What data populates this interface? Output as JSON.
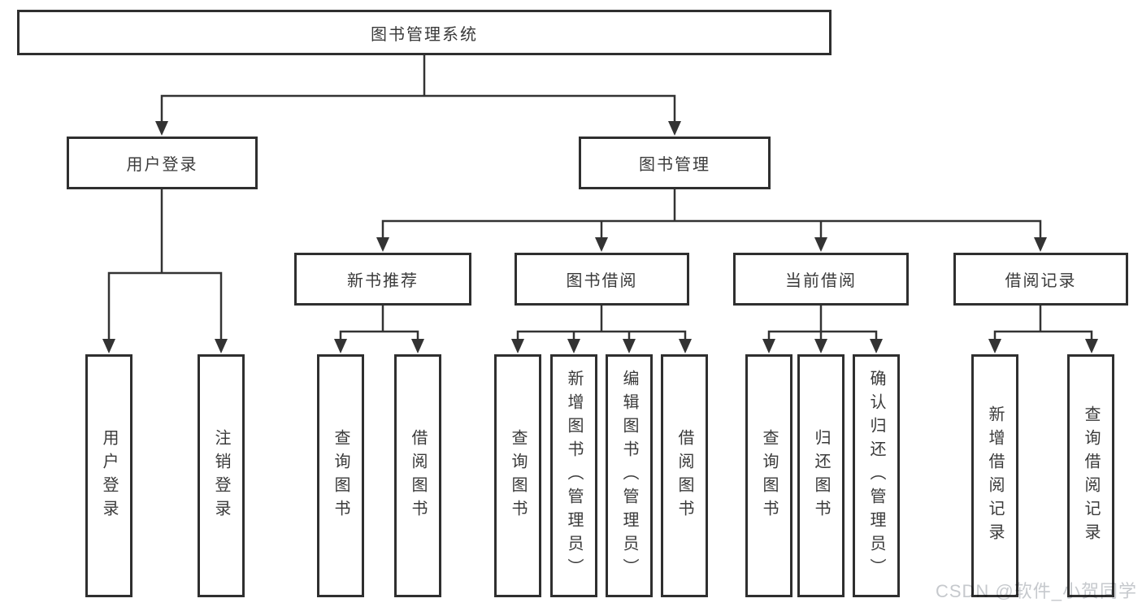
{
  "tree": {
    "root": "图书管理系统",
    "user_branch": {
      "label": "用户登录",
      "children": [
        "用户登录",
        "注销登录"
      ]
    },
    "book_branch": {
      "label": "图书管理",
      "groups": [
        {
          "label": "新书推荐",
          "children": [
            "查询图书",
            "借阅图书"
          ]
        },
        {
          "label": "图书借阅",
          "children": [
            "查询图书",
            "新增图书（管理员）",
            "编辑图书（管理员）",
            "借阅图书"
          ]
        },
        {
          "label": "当前借阅",
          "children": [
            "查询图书",
            "归还图书",
            "确认归还（管理员）"
          ]
        },
        {
          "label": "借阅记录",
          "children": [
            "新增借阅记录",
            "查询借阅记录"
          ]
        }
      ]
    }
  },
  "watermark": "CSDN @软件_小贺同学",
  "colors": {
    "line": "#333333",
    "box_border": "#2f2f2f",
    "text": "#3a3a3a",
    "watermark_text": "#c6c9cd",
    "background": "#ffffff"
  }
}
